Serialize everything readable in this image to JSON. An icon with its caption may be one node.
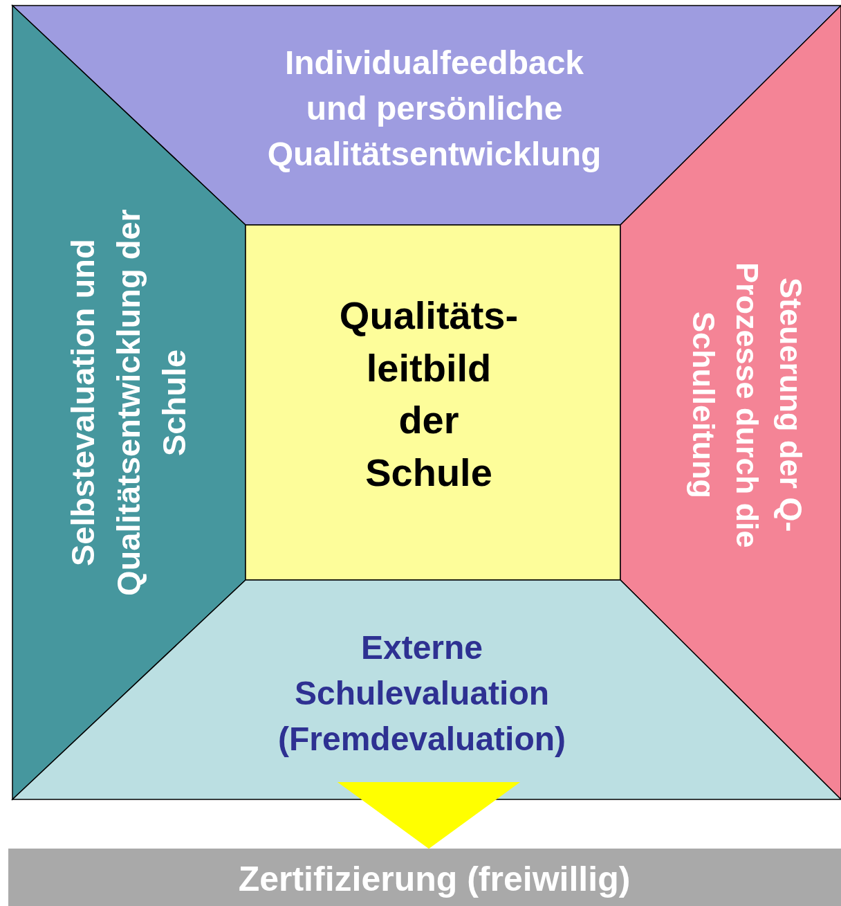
{
  "diagram": {
    "nodes": [
      {
        "text": [
          "Individualfeedback und persönliche Qualitätsentwicklung"
        ]
      },
      {
        "text": [
          "Selbstevaluation und Qualitätsentwicklung der Schule"
        ]
      },
      {
        "text": [
          "Qualitäts- leitbild der Schule"
        ]
      },
      {
        "text": [
          "Steuerung der Q-Prozesse durch die Schulleitung"
        ]
      },
      {
        "text": [
          "Externe Schulevaluation (Fremdevaluation)"
        ]
      },
      {
        "text": [
          "Zertifizierung (freiwillig)"
        ]
      }
    ],
    "edges": [
      {
        "from": 4,
        "to": 5,
        "arrow": "to",
        "color": "#ffff00",
        "style": "thick"
      }
    ]
  }
}
